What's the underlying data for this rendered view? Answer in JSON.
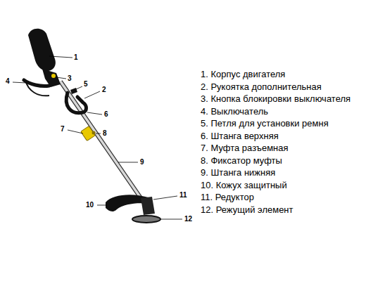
{
  "diagram": {
    "labels": [
      "1",
      "3",
      "4",
      "5",
      "2",
      "6",
      "7",
      "8",
      "9",
      "10",
      "11",
      "12",
      "1. Корпус двигателя",
      "2. Рукоятка дополнительная",
      "3. Кнопка блокировки выключателя",
      "4. Выключатель",
      "5. Петля для установки ремня",
      "6. Штанга верхняя",
      "7. Муфта разъемная",
      "8. Фиксатор муфты",
      "9. Штанга нижняя",
      "10. Кожух защитный",
      "11. Редуктор",
      "12. Режущий элемент"
    ]
  }
}
